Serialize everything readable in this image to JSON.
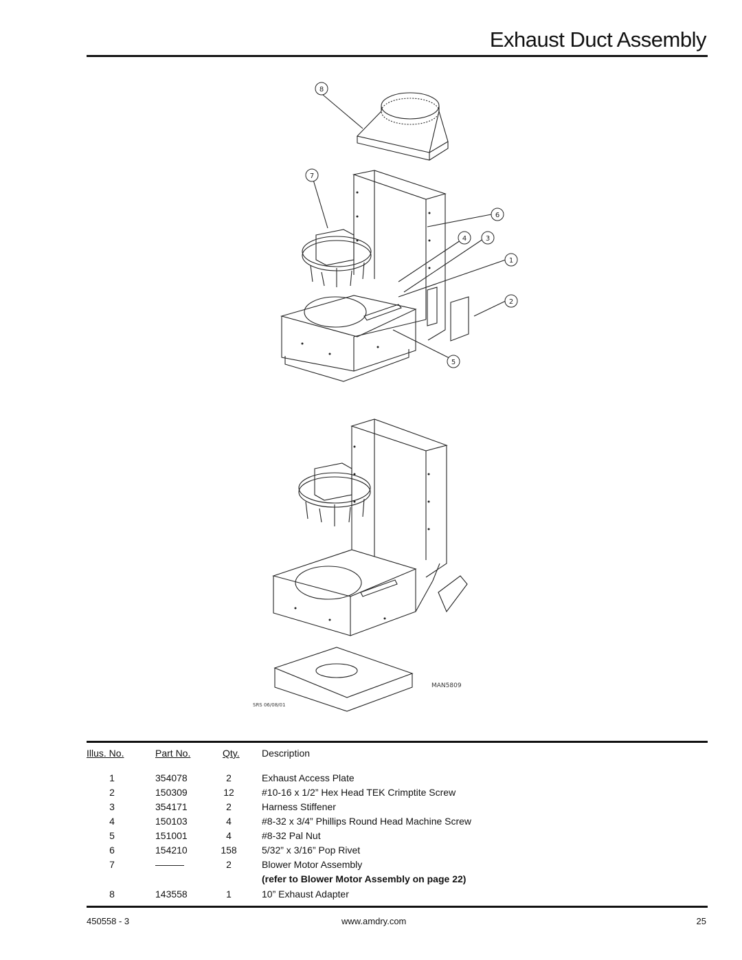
{
  "page": {
    "title": "Exhaust Duct Assembly",
    "footer_left": "450558 - 3",
    "footer_center": "www.amdry.com",
    "footer_right": "25"
  },
  "drawing": {
    "callouts": [
      "8",
      "7",
      "6",
      "4",
      "3",
      "1",
      "2",
      "5"
    ],
    "drawing_code": "MAN5809",
    "drafter_stamp": "SRS 06/08/01"
  },
  "parts_table": {
    "headers": {
      "illus": "Illus. No.",
      "part": "Part No.",
      "qty": "Qty.",
      "desc": "Description"
    },
    "rows": [
      {
        "illus": "1",
        "part": "354078",
        "qty": "2",
        "desc": "Exhaust Access Plate"
      },
      {
        "illus": "2",
        "part": "150309",
        "qty": "12",
        "desc": "#10-16 x 1/2” Hex Head TEK Crimptite Screw"
      },
      {
        "illus": "3",
        "part": "354171",
        "qty": "2",
        "desc": "Harness Stiffener"
      },
      {
        "illus": "4",
        "part": "150103",
        "qty": "4",
        "desc": "#8-32 x 3/4” Phillips Round Head Machine Screw"
      },
      {
        "illus": "5",
        "part": "151001",
        "qty": "4",
        "desc": "#8-32 Pal Nut"
      },
      {
        "illus": "6",
        "part": "154210",
        "qty": "158",
        "desc": "5/32” x 3/16” Pop Rivet"
      },
      {
        "illus": "7",
        "part": "———",
        "qty": "2",
        "desc": "Blower Motor Assembly"
      },
      {
        "illus": "8",
        "part": "143558",
        "qty": "1",
        "desc": "10” Exhaust Adapter"
      }
    ],
    "note": "(refer to Blower Motor Assembly on page 22)"
  }
}
